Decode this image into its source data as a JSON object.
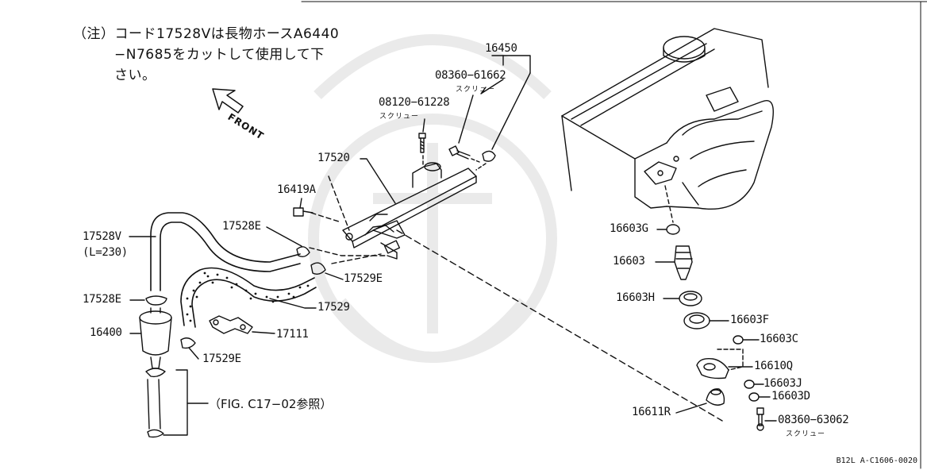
{
  "note": {
    "line1": "（注）コード17528Vは長物ホースA6440",
    "line2": "−N7685をカットして使用して下",
    "line3": "さい。"
  },
  "front_label": "FRONT",
  "parts": {
    "p16450": "16450",
    "p08360_61662": "08360−61662",
    "p08360_61662_sub": "スクリュー",
    "p08120_61228": "08120−61228",
    "p08120_61228_sub": "スクリュー",
    "p17520": "17520",
    "p16419A": "16419A",
    "p17528E_top": "17528E",
    "p17528V": "17528V",
    "p17528V_len": "(L=230)",
    "p17528E_left": "17528E",
    "p16400": "16400",
    "p17529E_mid": "17529E",
    "p17529": "17529",
    "p17111": "17111",
    "p17529E_low": "17529E",
    "p16603G": "16603G",
    "p16603": "16603",
    "p16603H": "16603H",
    "p16603F": "16603F",
    "p16603C": "16603C",
    "p16610Q": "16610Q",
    "p16603J": "16603J",
    "p16603D": "16603D",
    "p08360_63062": "08360−63062",
    "p08360_63062_sub": "スクリュー",
    "p16611R": "16611R"
  },
  "reference": "（FIG. C17−02参照）",
  "drawing_code": "B12L  A-C1606-0020"
}
